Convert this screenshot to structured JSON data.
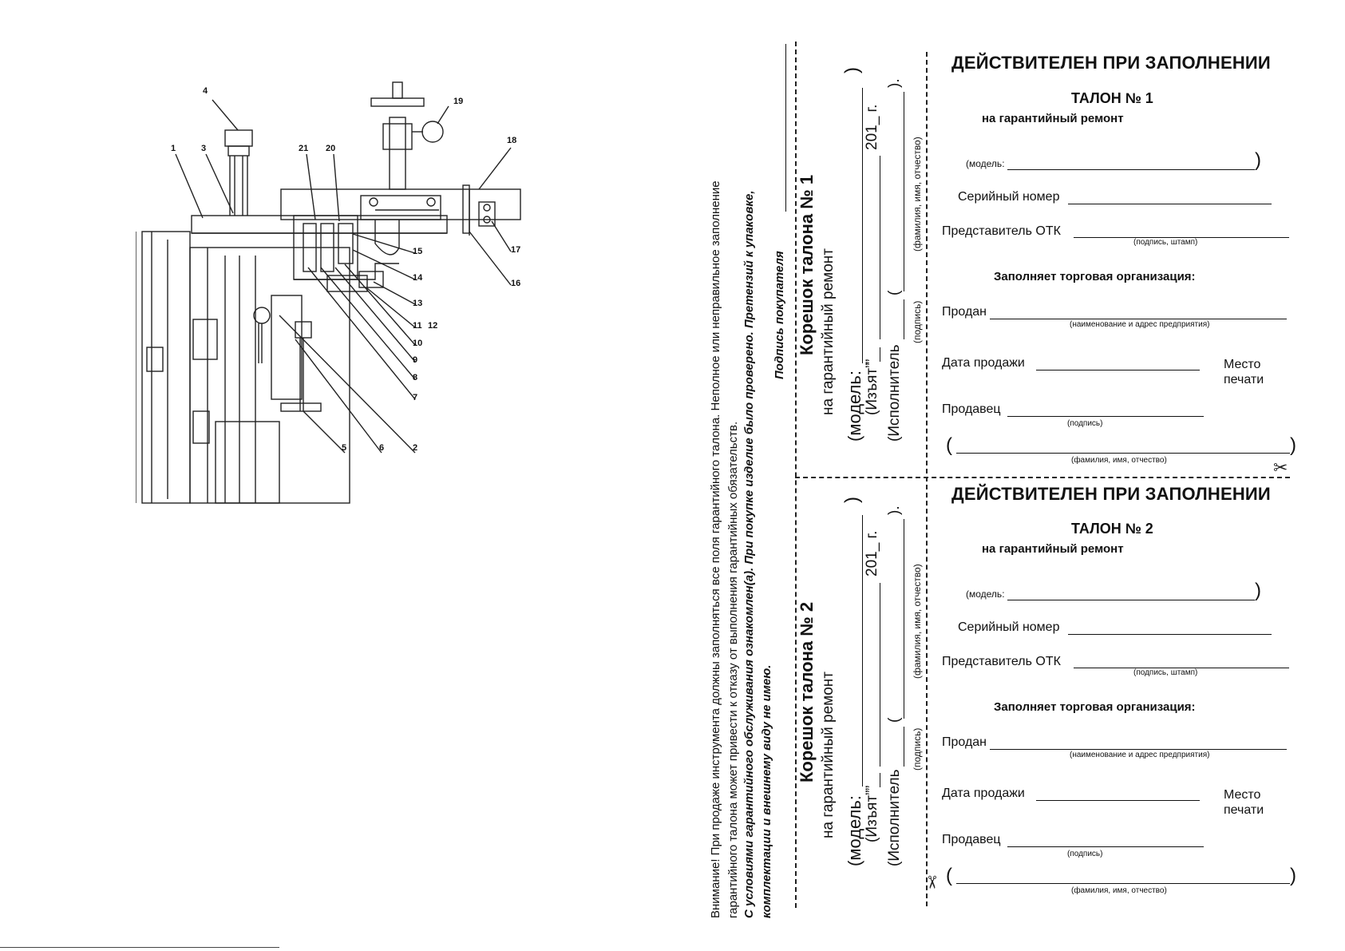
{
  "drawing": {
    "callouts": [
      "4",
      "1",
      "3",
      "21",
      "20",
      "19",
      "18",
      "15",
      "17",
      "14",
      "16",
      "13",
      "11",
      "12",
      "10",
      "9",
      "8",
      "7",
      "5",
      "6",
      "2"
    ]
  },
  "notice": {
    "line1": "Внимание! При продаже инструмента должны заполняться все поля гарантийного талона. Неполное или неправильное заполнение",
    "line2": "гарантийного талона может привести к отказу от выполнения гарантийных обязательств.",
    "line3": "С условиями гарантийного обслуживания ознакомлен(а). При покупке изделие было проверено. Претензий к упаковке,",
    "line4": "комплектации и внешнему виду не имею.",
    "signature": "Подпись покупателя"
  },
  "stubs": [
    {
      "title": "Корешок талона № 1",
      "subtitle": "на гарантийный ремонт",
      "model_label": "(модель:",
      "seized_label": "(Изъят”",
      "seized_quote": "”",
      "year": "201_ г.",
      "executor_label": "(Исполнитель",
      "sign_hint": "(подпись)",
      "name_hint": "(фамилия, имя, отчество)"
    },
    {
      "title": "Корешок талона № 2",
      "subtitle": "на гарантийный ремонт",
      "model_label": "(модель:",
      "seized_label": "(Изъят”",
      "seized_quote": "”",
      "year": "201_ г.",
      "executor_label": "(Исполнитель",
      "sign_hint": "(подпись)",
      "name_hint": "(фамилия, имя, отчество)"
    }
  ],
  "coupons": [
    {
      "valid": "ДЕЙСТВИТЕЛЕН ПРИ ЗАПОЛНЕНИИ",
      "talon": "ТАЛОН № 1",
      "repair": "на гарантийный ремонт",
      "model_label": "(модель:",
      "serial_label": "Серийный номер",
      "otk_label": "Представитель ОТК",
      "otk_hint": "(подпись, штамп)",
      "trade_header": "Заполняет торговая организация:",
      "sold_label": "Продан",
      "sold_hint": "(наименование и адрес предприятия)",
      "date_label": "Дата продажи",
      "stamp_line1": "Место",
      "stamp_line2": "печати",
      "seller_label": "Продавец",
      "seller_hint": "(подпись)",
      "name_hint": "(фамилия, имя, отчество)"
    },
    {
      "valid": "ДЕЙСТВИТЕЛЕН ПРИ ЗАПОЛНЕНИИ",
      "talon": "ТАЛОН № 2",
      "repair": "на гарантийный ремонт",
      "model_label": "(модель:",
      "serial_label": "Серийный номер",
      "otk_label": "Представитель ОТК",
      "otk_hint": "(подпись, штамп)",
      "trade_header": "Заполняет торговая организация:",
      "sold_label": "Продан",
      "sold_hint": "(наименование и адрес предприятия)",
      "date_label": "Дата продажи",
      "stamp_line1": "Место",
      "stamp_line2": "печати",
      "seller_label": "Продавец",
      "seller_hint": "(подпись)",
      "name_hint": "(фамилия, имя, отчество)"
    }
  ]
}
